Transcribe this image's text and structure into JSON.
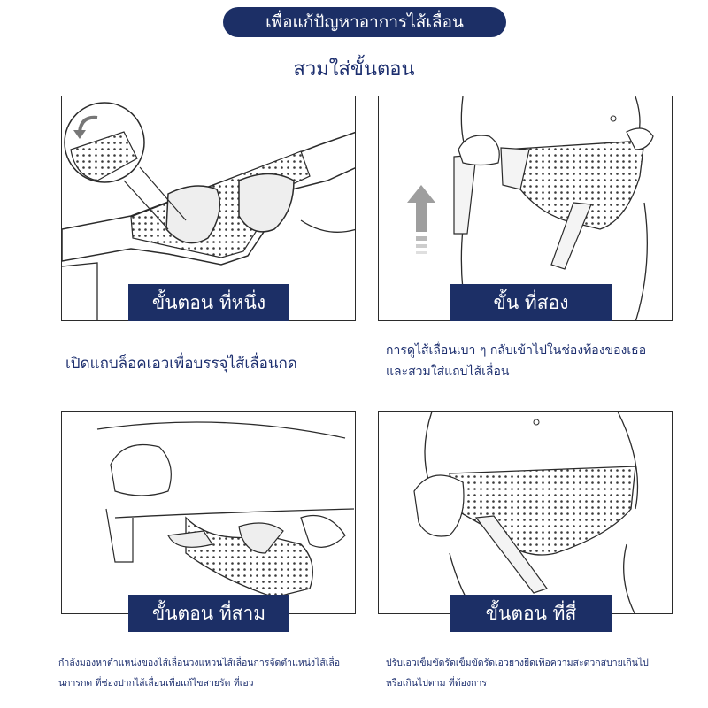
{
  "header": {
    "title": "เพื่อแก้ปัญหาอาการไส้เลื่อน",
    "subtitle": "สวมใส่ขั้นตอน"
  },
  "steps": [
    {
      "label": "ขั้นตอน ที่หนึ่ง",
      "caption": "เปิดแถบล็อคเอวเพื่อบรรจุไส้เลื่อนกด"
    },
    {
      "label": "ขั้น ที่สอง",
      "caption_lines": [
        "การดูไส้เลื่อนเบา ๆ กลับเข้าไปในช่องท้องของเธอ",
        "และสวมใส่แถบไส้เลื่อน"
      ]
    },
    {
      "label": "ขั้นตอน ที่สาม",
      "caption_lines": [
        "กำลังมองหาตำแหน่งของไส้เลื่อนวงแหวนไส้เลื่อนการจัดตำแหน่งไส้เลื่อ",
        "นการกด ที่ช่องปากไส้เลื่อนเพื่อแก้ไขสายรัด ที่เอว"
      ]
    },
    {
      "label": "ขั้นตอน ที่สี่",
      "caption_lines": [
        "ปรับเอวเข็มขัดรัดเข็มขัดรัดเอวยางยืดเพื่อความสะดวกสบายเกินไป",
        "หรือเกินไปตาม ที่ต้องการ"
      ]
    }
  ],
  "colors": {
    "navy": "#1c2f66",
    "text": "#1d2f6f",
    "line": "#2b2b2b"
  },
  "icons": [
    "up-arrow-icon",
    "curved-arrow-icon"
  ]
}
